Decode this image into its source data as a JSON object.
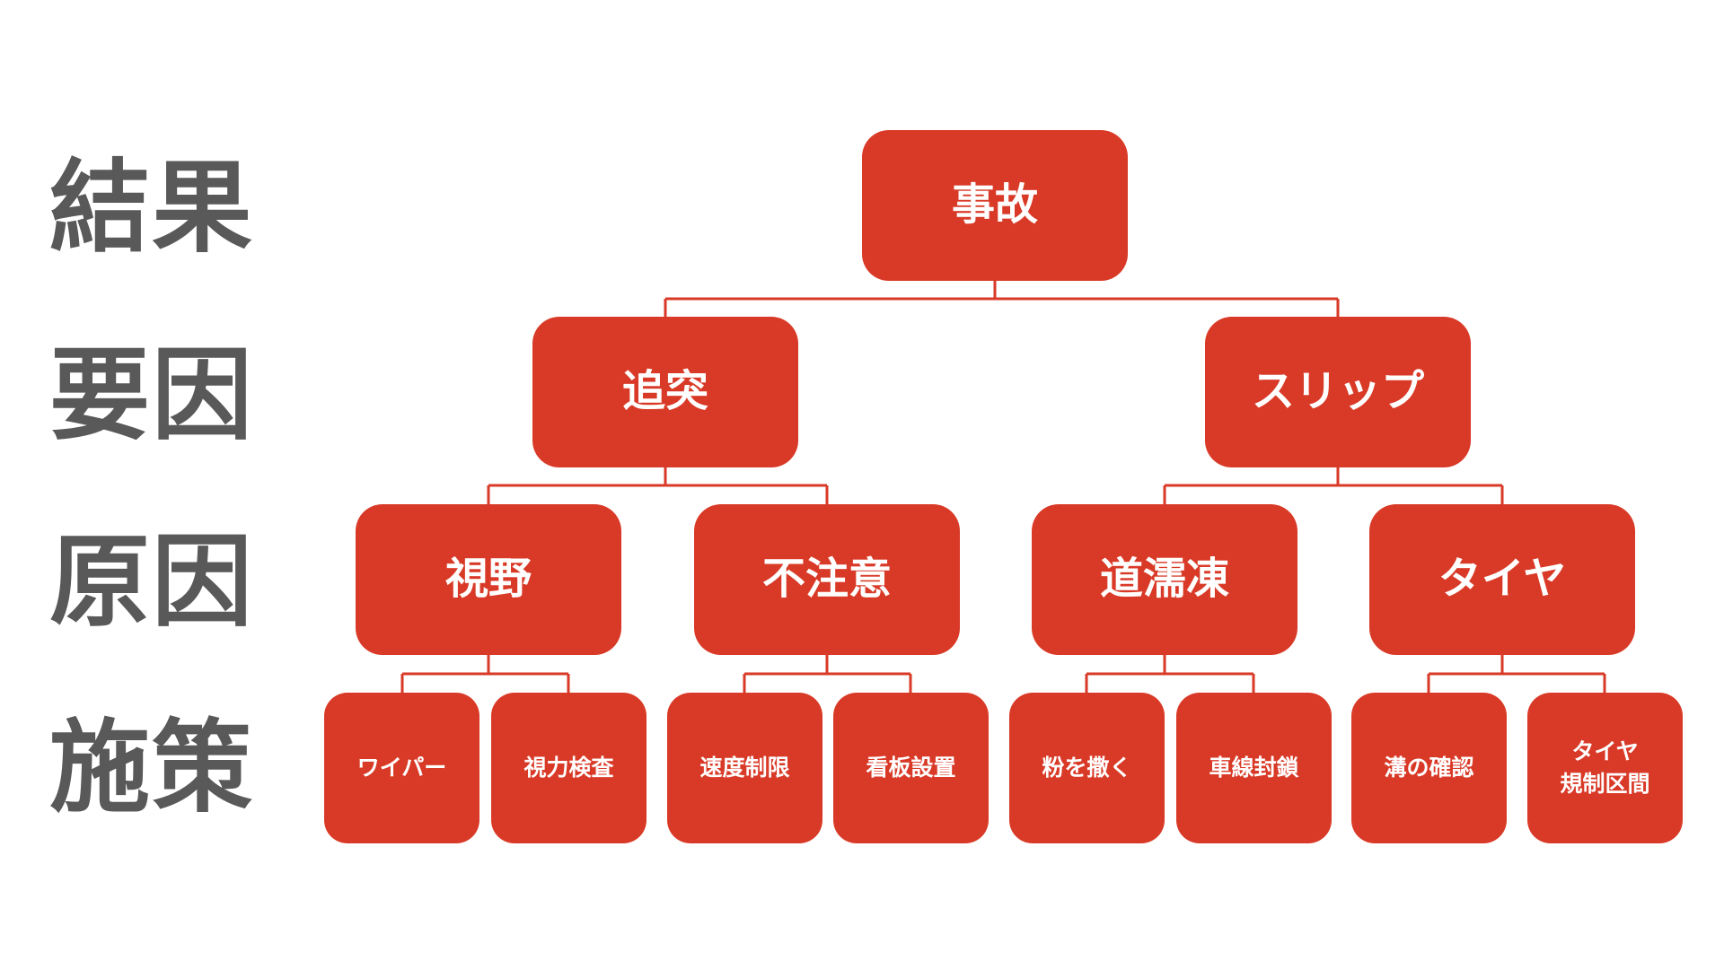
{
  "levels": [
    "結果",
    "要因",
    "原因",
    "施策"
  ],
  "colors": {
    "node_fill": "#d93a27",
    "connector": "#d93a27",
    "label_text": "#595959",
    "node_text": "#ffffff"
  },
  "tree": {
    "root": {
      "label": "事故"
    },
    "factors": [
      {
        "label": "追突"
      },
      {
        "label": "スリップ"
      }
    ],
    "causes": [
      {
        "label": "視野",
        "parent": 0
      },
      {
        "label": "不注意",
        "parent": 0
      },
      {
        "label": "道濡凍",
        "parent": 1
      },
      {
        "label": "タイヤ",
        "parent": 1
      }
    ],
    "measures": [
      {
        "label": "ワイパー",
        "parent": 0
      },
      {
        "label": "視力検査",
        "parent": 0
      },
      {
        "label": "速度制限",
        "parent": 1
      },
      {
        "label": "看板設置",
        "parent": 1
      },
      {
        "label": "粉を撒く",
        "parent": 2
      },
      {
        "label": "車線封鎖",
        "parent": 2
      },
      {
        "label": "溝の確認",
        "parent": 3
      },
      {
        "label": "タイヤ\n規制区間",
        "parent": 3
      }
    ]
  }
}
